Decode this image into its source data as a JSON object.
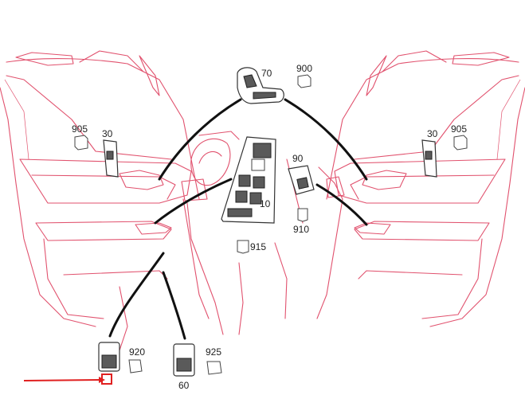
{
  "labels": {
    "l70": "70",
    "l900": "900",
    "l905_left": "905",
    "l30_left": "30",
    "l30_right": "30",
    "l905_right": "905",
    "l90": "90",
    "l10": "10",
    "l915": "915",
    "l910": "910",
    "l920": "920",
    "l925": "925",
    "l60": "60"
  },
  "colors": {
    "outline": "#e1526e",
    "highlight": "#e02020",
    "leader": "#111111"
  }
}
